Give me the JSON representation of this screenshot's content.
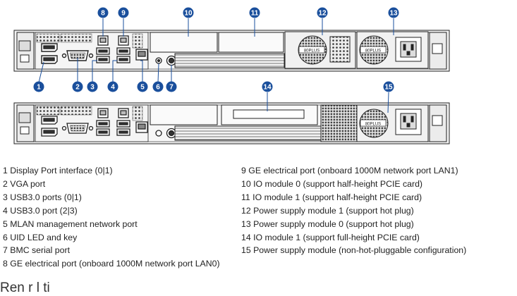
{
  "callouts": [
    "1",
    "2",
    "3",
    "4",
    "5",
    "6",
    "7",
    "8",
    "9",
    "10",
    "11",
    "12",
    "13",
    "14",
    "15"
  ],
  "legend_left": [
    "1 Display Port interface (0|1)",
    "2 VGA port",
    "3 USB3.0 ports (0|1)",
    "4 USB3.0 port (2|3)",
    "5 MLAN management network port",
    "6 UID LED and key",
    "7 BMC serial port",
    "8 GE electrical port (onboard 1000M network port LAN0)"
  ],
  "legend_right": [
    "9 GE electrical port (onboard 1000M network port LAN1)",
    "10 IO module 0 (support half-height PCIE card)",
    "11 IO module 1 (support half-height PCIE card)",
    "12 Power supply module 1 (support hot plug)",
    "13 Power supply module 0 (support hot plug)",
    "14 IO module 1 (support full-height PCIE card)",
    "15 Power supply module (non-hot-pluggable configuration)"
  ],
  "psu_label": "80PLUS",
  "section_heading": "Ren   r   l ti",
  "colors": {
    "callout": "#1a4f9c",
    "chassis_fill": "#f2f2f2",
    "chassis_stroke": "#222222"
  }
}
